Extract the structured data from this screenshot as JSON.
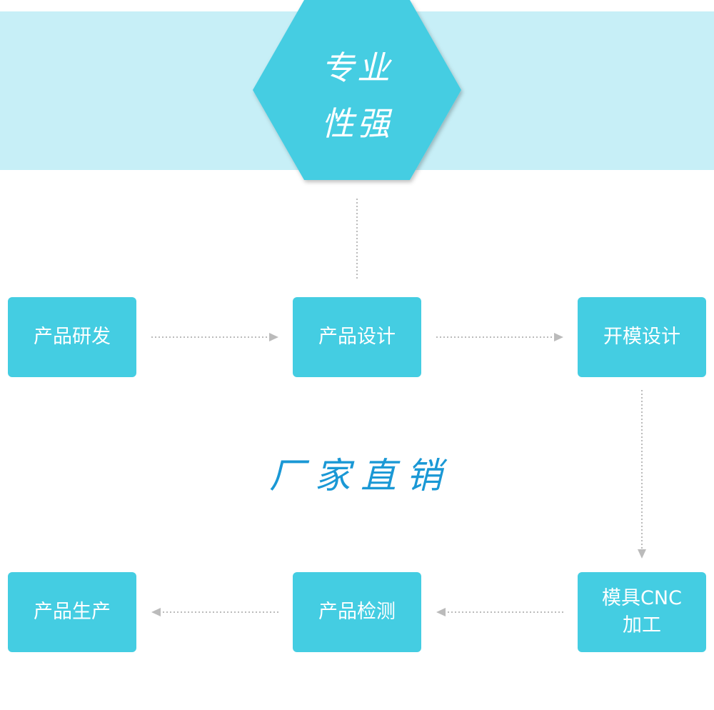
{
  "header": {
    "hex_line1": "专业",
    "hex_line2": "性强"
  },
  "process": {
    "step1": "产品研发",
    "step2": "产品设计",
    "step3": "开模设计",
    "step4_line1": "模具CNC",
    "step4_line2": "加工",
    "step5": "产品检测",
    "step6": "产品生产"
  },
  "slogan": "厂家直销",
  "colors": {
    "box": "#44cde2",
    "banner": "#c7eff7",
    "slogan": "#1a98d5",
    "connector": "#bbbbbb"
  }
}
